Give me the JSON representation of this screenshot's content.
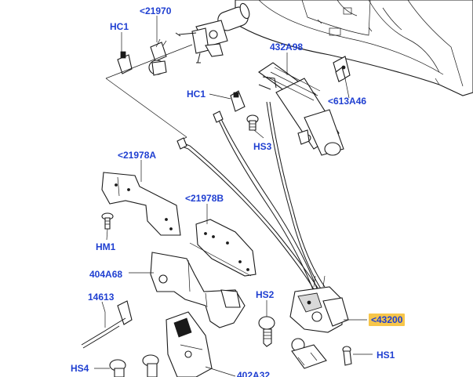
{
  "callouts": {
    "hc1_top": "HC1",
    "p21970": "<21970",
    "p432a98": "432A98",
    "hc1_mid": "HC1",
    "p613a46": "<613A46",
    "hs3": "HS3",
    "p21978a": "<21978A",
    "p21978b": "<21978B",
    "hm1": "HM1",
    "p404a68": "404A68",
    "p14613": "14613",
    "hs2": "HS2",
    "p43200": "<43200",
    "hs1": "HS1",
    "hs4": "HS4",
    "p402a32": "402A32"
  },
  "highlight_color": "#f7c64a",
  "label_color": "#1f3fd1"
}
